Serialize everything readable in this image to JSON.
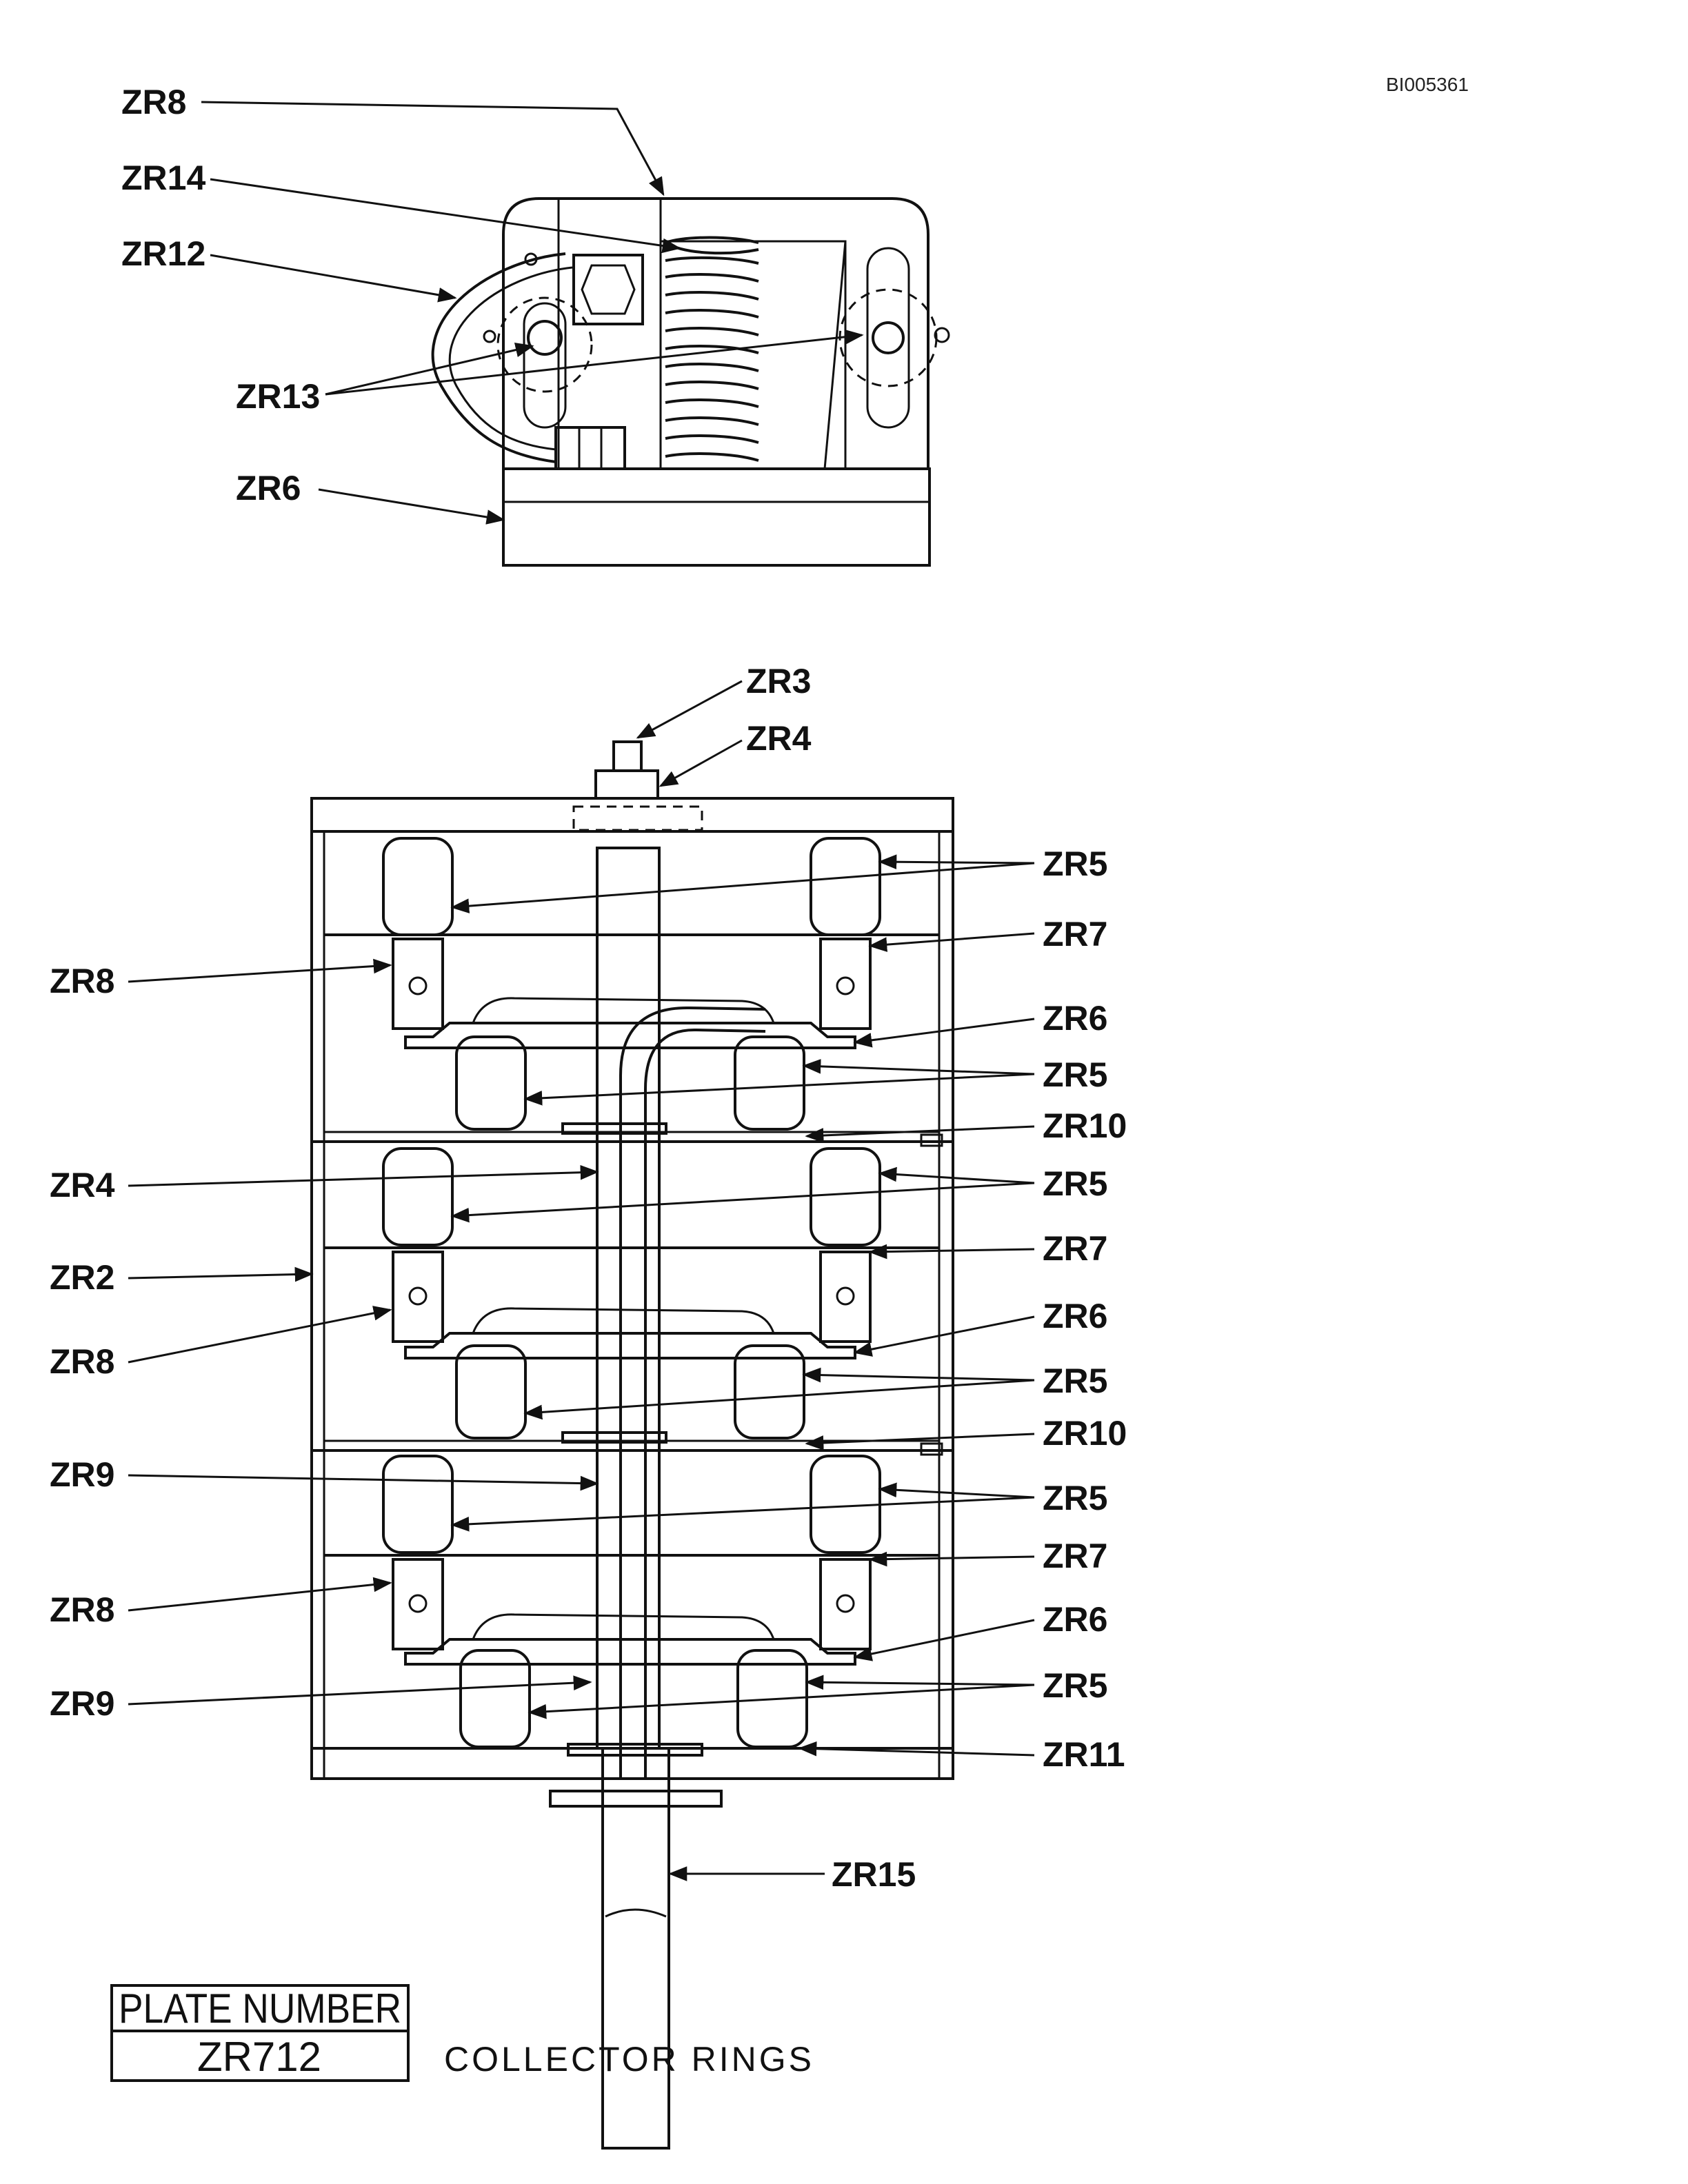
{
  "document_id": "BI005361",
  "top_view": {
    "labels": [
      "ZR8",
      "ZR14",
      "ZR12",
      "ZR13",
      "ZR6"
    ]
  },
  "main_view": {
    "top_labels": [
      "ZR3",
      "ZR4"
    ],
    "left_labels": [
      "ZR8",
      "ZR4",
      "ZR2",
      "ZR8",
      "ZR9",
      "ZR8",
      "ZR9"
    ],
    "right_labels": [
      "ZR5",
      "ZR7",
      "ZR6",
      "ZR5",
      "ZR10",
      "ZR5",
      "ZR7",
      "ZR6",
      "ZR5",
      "ZR10",
      "ZR5",
      "ZR7",
      "ZR6",
      "ZR5",
      "ZR11"
    ],
    "shaft_label": "ZR15"
  },
  "plate": {
    "header": "PLATE NUMBER",
    "number": "ZR712"
  },
  "caption": "COLLECTOR RINGS"
}
